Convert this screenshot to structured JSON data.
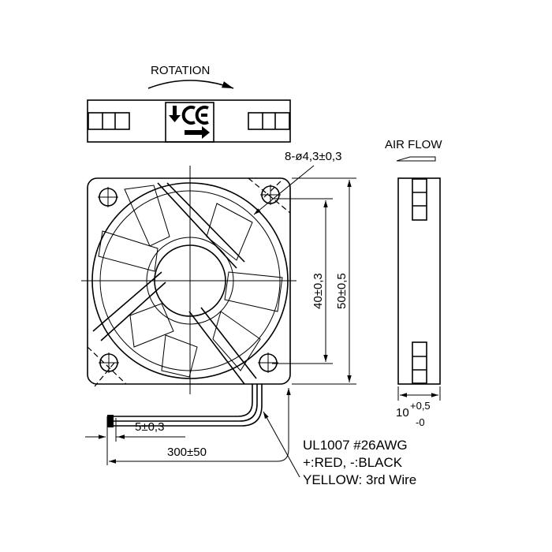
{
  "title": "Fan 50x50x10 dimensional drawing",
  "labels": {
    "rotation": "ROTATION",
    "air_flow": "AIR FLOW",
    "hole_spec": "8-ø4,3±0,3",
    "dim_40": "40±0,3",
    "dim_50": "50±0,5",
    "dim_10_base": "10",
    "dim_10_plus": "+0,5",
    "dim_10_minus": "-0",
    "dim_strip": "5±0,3",
    "dim_lead": "300±50",
    "wire_line1": "UL1007 #26AWG",
    "wire_line2": "+:RED, -:BLACK",
    "wire_line3": "YELLOW: 3rd Wire"
  },
  "logo": {
    "ce_mark": "CE"
  },
  "colors": {
    "line": "#000000",
    "background": "#ffffff"
  }
}
